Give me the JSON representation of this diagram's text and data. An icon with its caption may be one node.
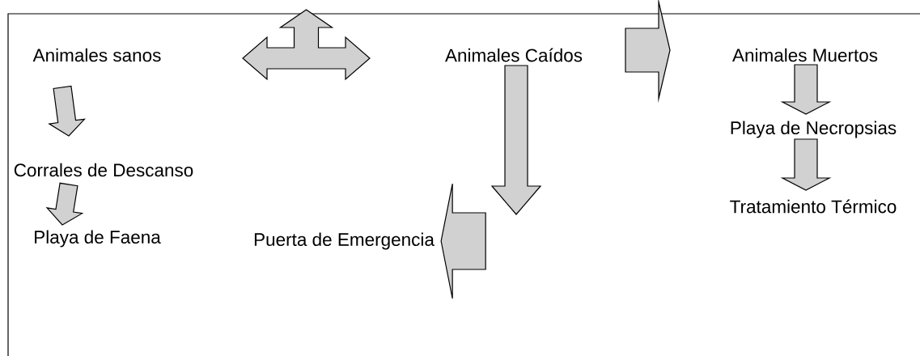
{
  "diagram": {
    "nodes": [
      {
        "text": [
          "Animales sanos"
        ]
      },
      {
        "text": [
          "Animales Caídos"
        ]
      },
      {
        "text": [
          "Animales Muertos"
        ]
      },
      {
        "text": [
          "Corrales de Descanso"
        ]
      },
      {
        "text": [
          "Playa de Faena"
        ]
      },
      {
        "text": [
          "Puerta de Emergencia"
        ]
      },
      {
        "text": [
          "Playa de Necropsias"
        ]
      },
      {
        "text": [
          "Tratamiento Térmico"
        ]
      }
    ],
    "edges": [
      {
        "from": 0,
        "to": 1,
        "arrow": "both"
      },
      {
        "from": 1,
        "to": 2,
        "arrow": "to"
      },
      {
        "from": 0,
        "to": 3,
        "arrow": "to"
      },
      {
        "from": 3,
        "to": 4,
        "arrow": "to"
      },
      {
        "from": 1,
        "to": null,
        "arrow": "to"
      },
      {
        "from": null,
        "to": 5,
        "arrow": "to"
      },
      {
        "from": 2,
        "to": 6,
        "arrow": "to"
      },
      {
        "from": 6,
        "to": 7,
        "arrow": "to"
      }
    ]
  }
}
